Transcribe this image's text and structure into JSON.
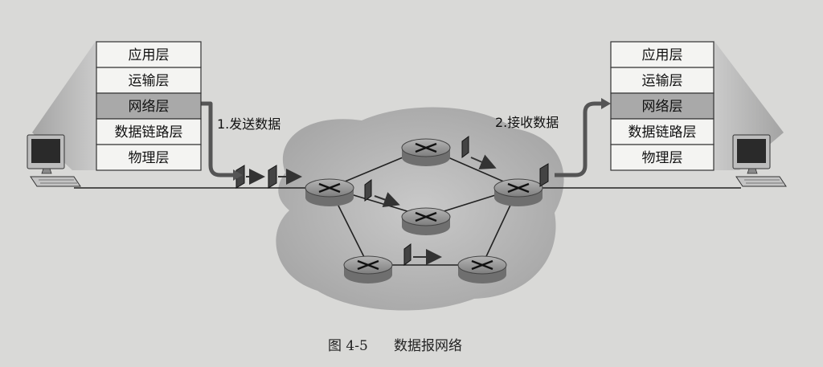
{
  "left_stack": {
    "layers": [
      "应用层",
      "运输层",
      "网络层",
      "数据链路层",
      "物理层"
    ],
    "highlight_index": 2
  },
  "right_stack": {
    "layers": [
      "应用层",
      "运输层",
      "网络层",
      "数据链路层",
      "物理层"
    ],
    "highlight_index": 2
  },
  "labels": {
    "send": "1.发送数据",
    "receive": "2.接收数据"
  },
  "caption": {
    "figure_number": "图 4-5",
    "title": "数据报网络"
  },
  "colors": {
    "background": "#d9d9d7",
    "layer_fill": "#f4f4f2",
    "layer_highlight": "#a9a9a9",
    "cloud": "#b7b7b7",
    "router": "#8f8f8f",
    "link": "#222222"
  },
  "icons": [
    "computer-icon",
    "router-icon",
    "packet-icon",
    "arrow-icon"
  ]
}
